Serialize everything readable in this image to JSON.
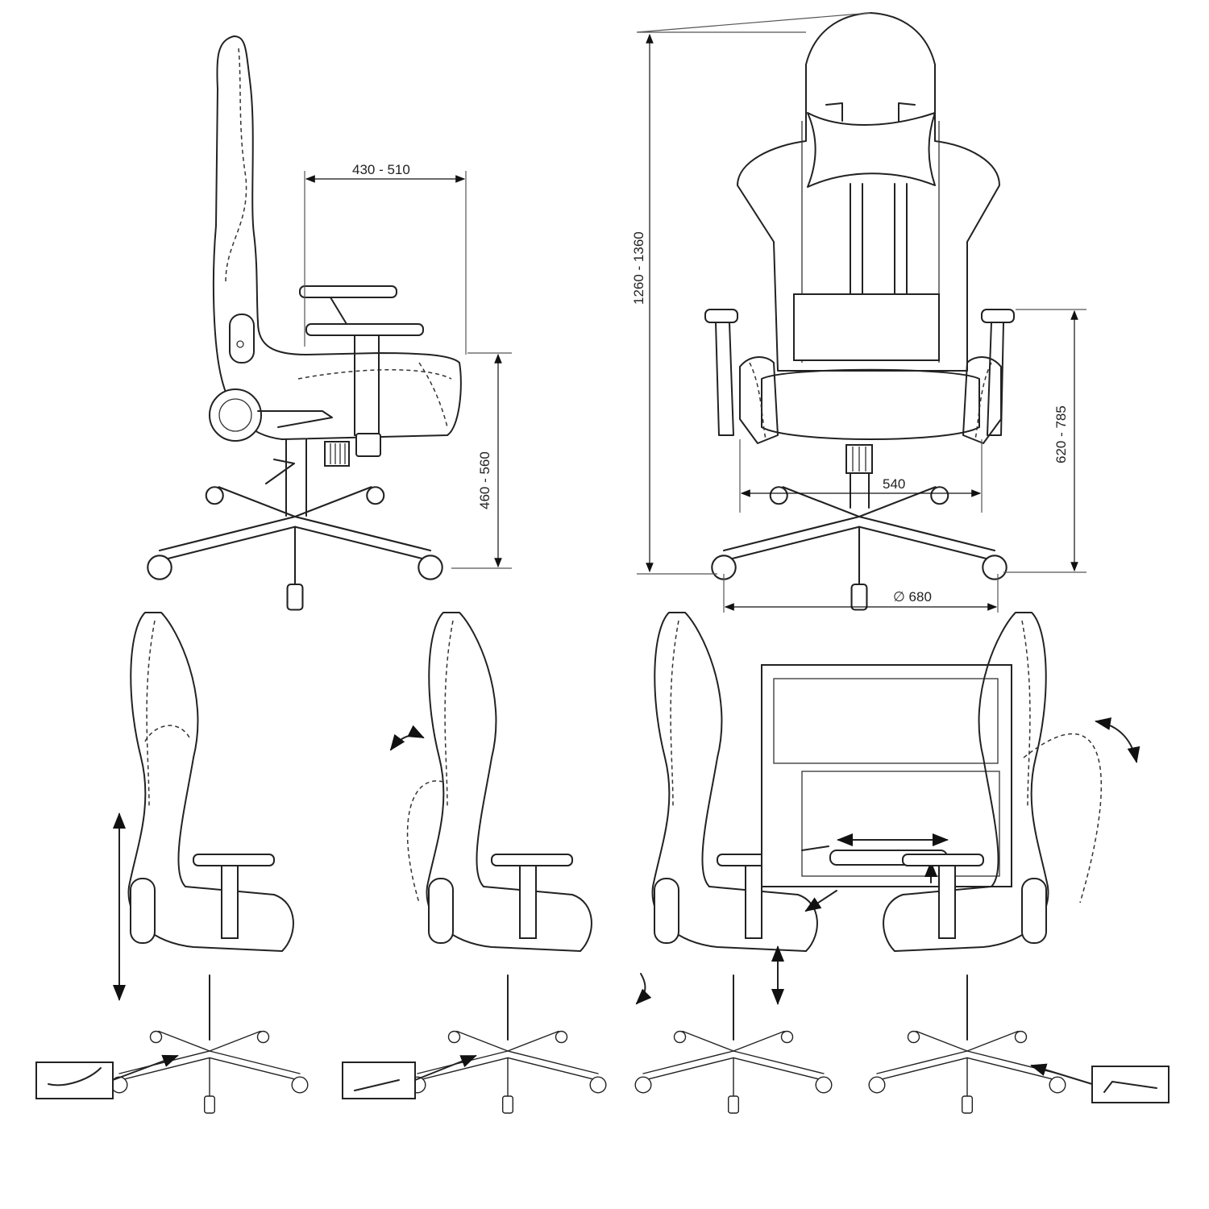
{
  "side_view": {
    "seat_depth": "430 - 510",
    "seat_height": "460 - 560"
  },
  "front_view": {
    "total_height": "1260 - 1360",
    "seat_width": "540",
    "armrest_height": "620 - 785",
    "base_diameter": "∅ 680"
  },
  "adjustments": [
    {
      "name": "height-adjustment"
    },
    {
      "name": "tilt-adjustment"
    },
    {
      "name": "armrest-adjustment"
    },
    {
      "name": "recline-adjustment"
    }
  ]
}
